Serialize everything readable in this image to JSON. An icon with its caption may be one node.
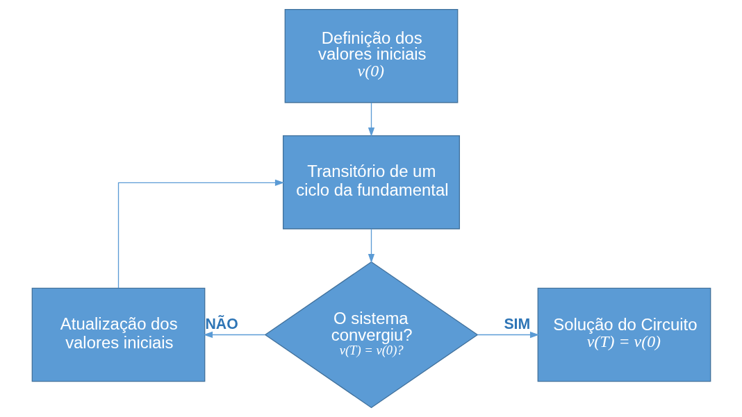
{
  "diagram": {
    "nodes": [
      {
        "text": [
          "Definição dos valores iniciais",
          "v(0)"
        ]
      },
      {
        "text": [
          "Transitório de um ciclo da fundamental"
        ]
      },
      {
        "text": [
          "O sistema convergiu?",
          "v(T) = v(0)?"
        ]
      },
      {
        "text": [
          "Atualização dos valores iniciais"
        ]
      },
      {
        "text": [
          "Solução do Circuito",
          "v(T) = v(0)"
        ]
      }
    ],
    "edges": [
      {
        "from": 0,
        "to": 1,
        "arrow": "to"
      },
      {
        "from": 1,
        "to": 2,
        "arrow": "to"
      },
      {
        "from": 2,
        "to": 3,
        "arrow": "to",
        "label": "NÃO"
      },
      {
        "from": 2,
        "to": 4,
        "arrow": "to",
        "label": "SIM"
      },
      {
        "from": 3,
        "to": 1,
        "arrow": "to"
      }
    ]
  }
}
